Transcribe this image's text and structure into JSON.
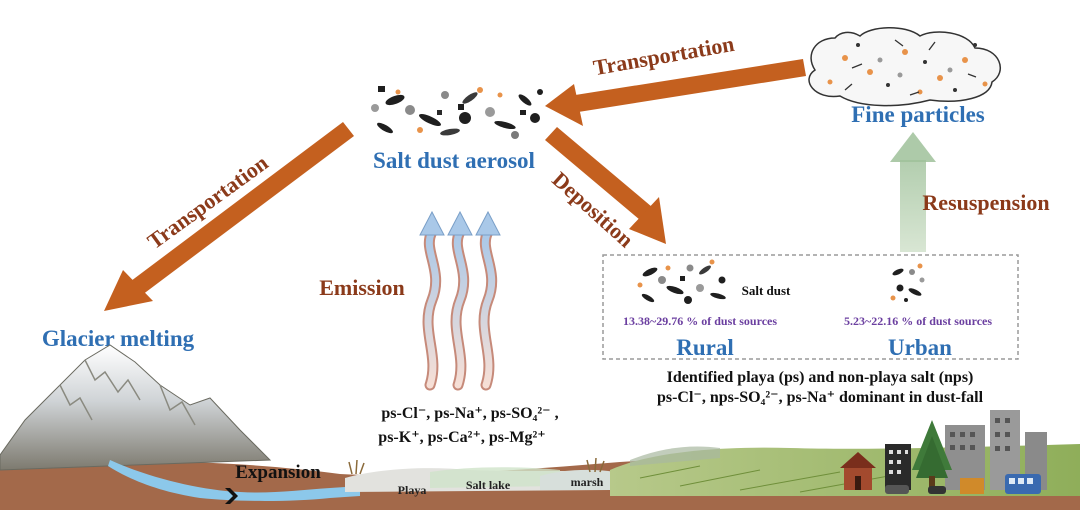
{
  "labels": {
    "salt_dust_aerosol": "Salt dust aerosol",
    "fine_particles": "Fine particles",
    "glacier_melting": "Glacier melting",
    "transport_top": "Transportation",
    "transport_left": "Transportation",
    "deposition": "Deposition",
    "emission": "Emission",
    "resuspension": "Resuspension",
    "salt_dust_small": "Salt dust",
    "rural_pct": "13.38~29.76 % of dust sources",
    "urban_pct": "5.23~22.16 % of dust sources",
    "rural": "Rural",
    "urban": "Urban",
    "identified_line1": "Identified playa (ps) and non-playa salt (nps)",
    "identified_line2": "ps-Cl⁻, nps-SO₄²⁻, ps-Na⁺ dominant in dust-fall",
    "ions_line1": "ps-Cl⁻, ps-Na⁺, ps-SO₄²⁻ ,",
    "ions_line2": "ps-K⁺, ps-Ca²⁺, ps-Mg²⁺",
    "expansion": "Expansion",
    "playa": "Playa",
    "salt_lake": "Salt lake",
    "marsh": "marsh"
  },
  "colors": {
    "arrow_brown": "#c4601f",
    "label_blue": "#2f6fb3",
    "label_brown": "#8b3a1a",
    "percent_purple": "#6b3fa0",
    "resuspension_green": "#b9d3b3",
    "water_blue": "#8cc8ea",
    "ground_brown": "#a3694a"
  }
}
